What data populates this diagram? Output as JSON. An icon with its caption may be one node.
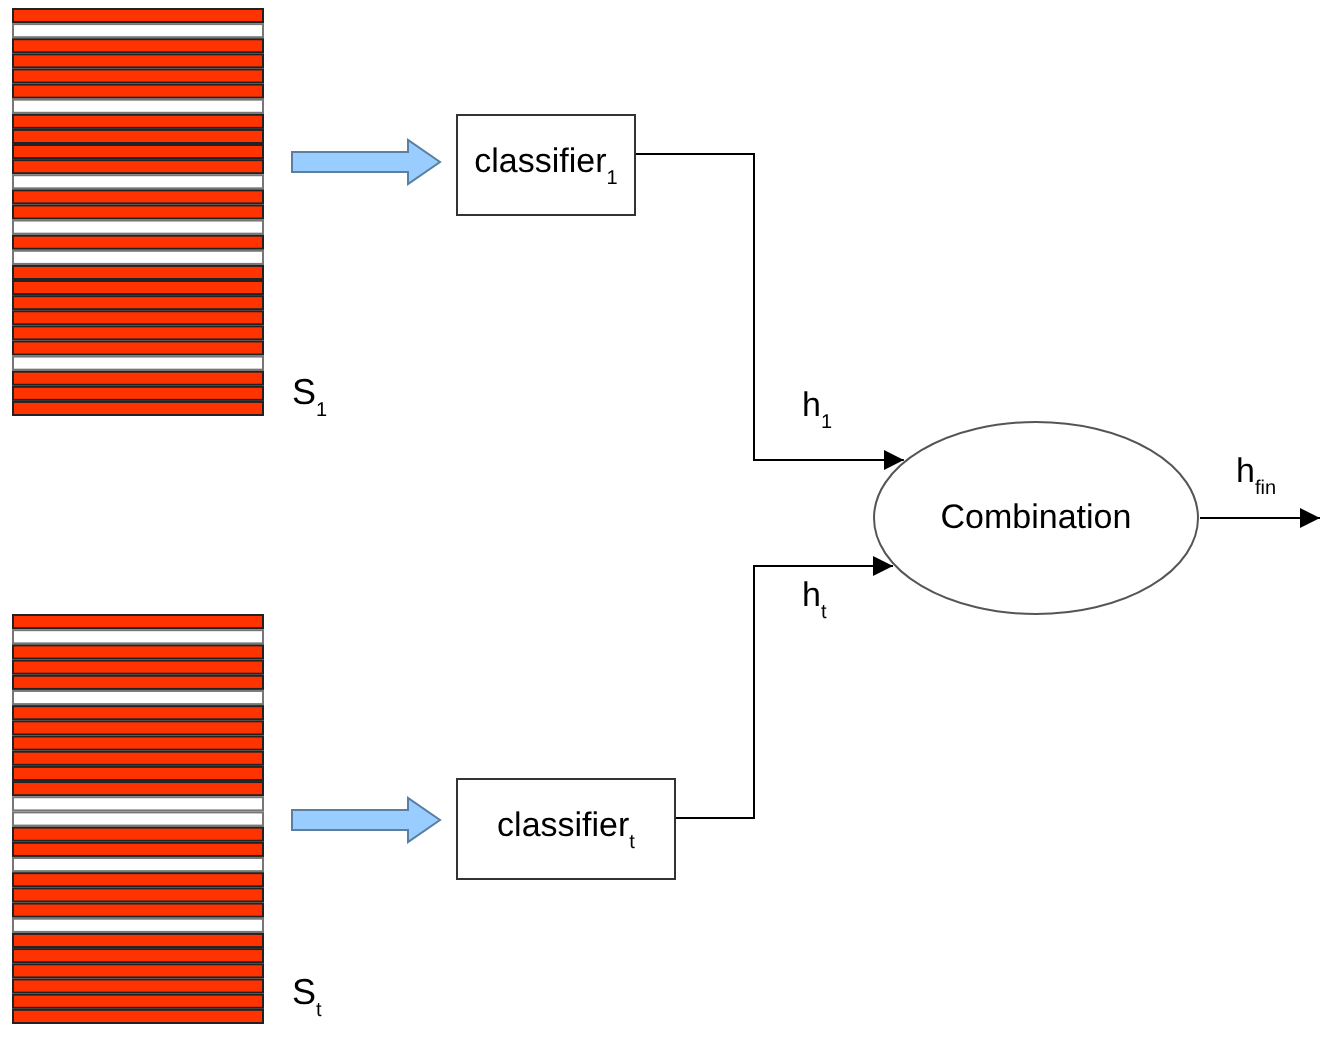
{
  "diagram": {
    "nodes": [
      {
        "text": [],
        "shape": "box",
        "beside": [
          "S$_{1}$"
        ]
      },
      {
        "text": [
          "classifier$_{1}$"
        ]
      },
      {
        "text": [],
        "shape": "box",
        "beside": [
          "S$_{t}$"
        ]
      },
      {
        "text": [
          "classifier$_{t}$"
        ]
      },
      {
        "text": [
          "Combination"
        ]
      }
    ],
    "edges": [
      {
        "from": 0,
        "to": 1,
        "arrow": "to",
        "style": "thick",
        "color": "#99ccff"
      },
      {
        "from": 1,
        "to": 4,
        "arrow": "to",
        "label": "h$_{1}$"
      },
      {
        "from": 2,
        "to": 3,
        "arrow": "to",
        "style": "thick",
        "color": "#99ccff"
      },
      {
        "from": 3,
        "to": 4,
        "arrow": "to",
        "label": "h$_{t}$"
      },
      {
        "from": 4,
        "to": null,
        "arrow": "to",
        "label": "h$_{fin}$"
      }
    ]
  }
}
